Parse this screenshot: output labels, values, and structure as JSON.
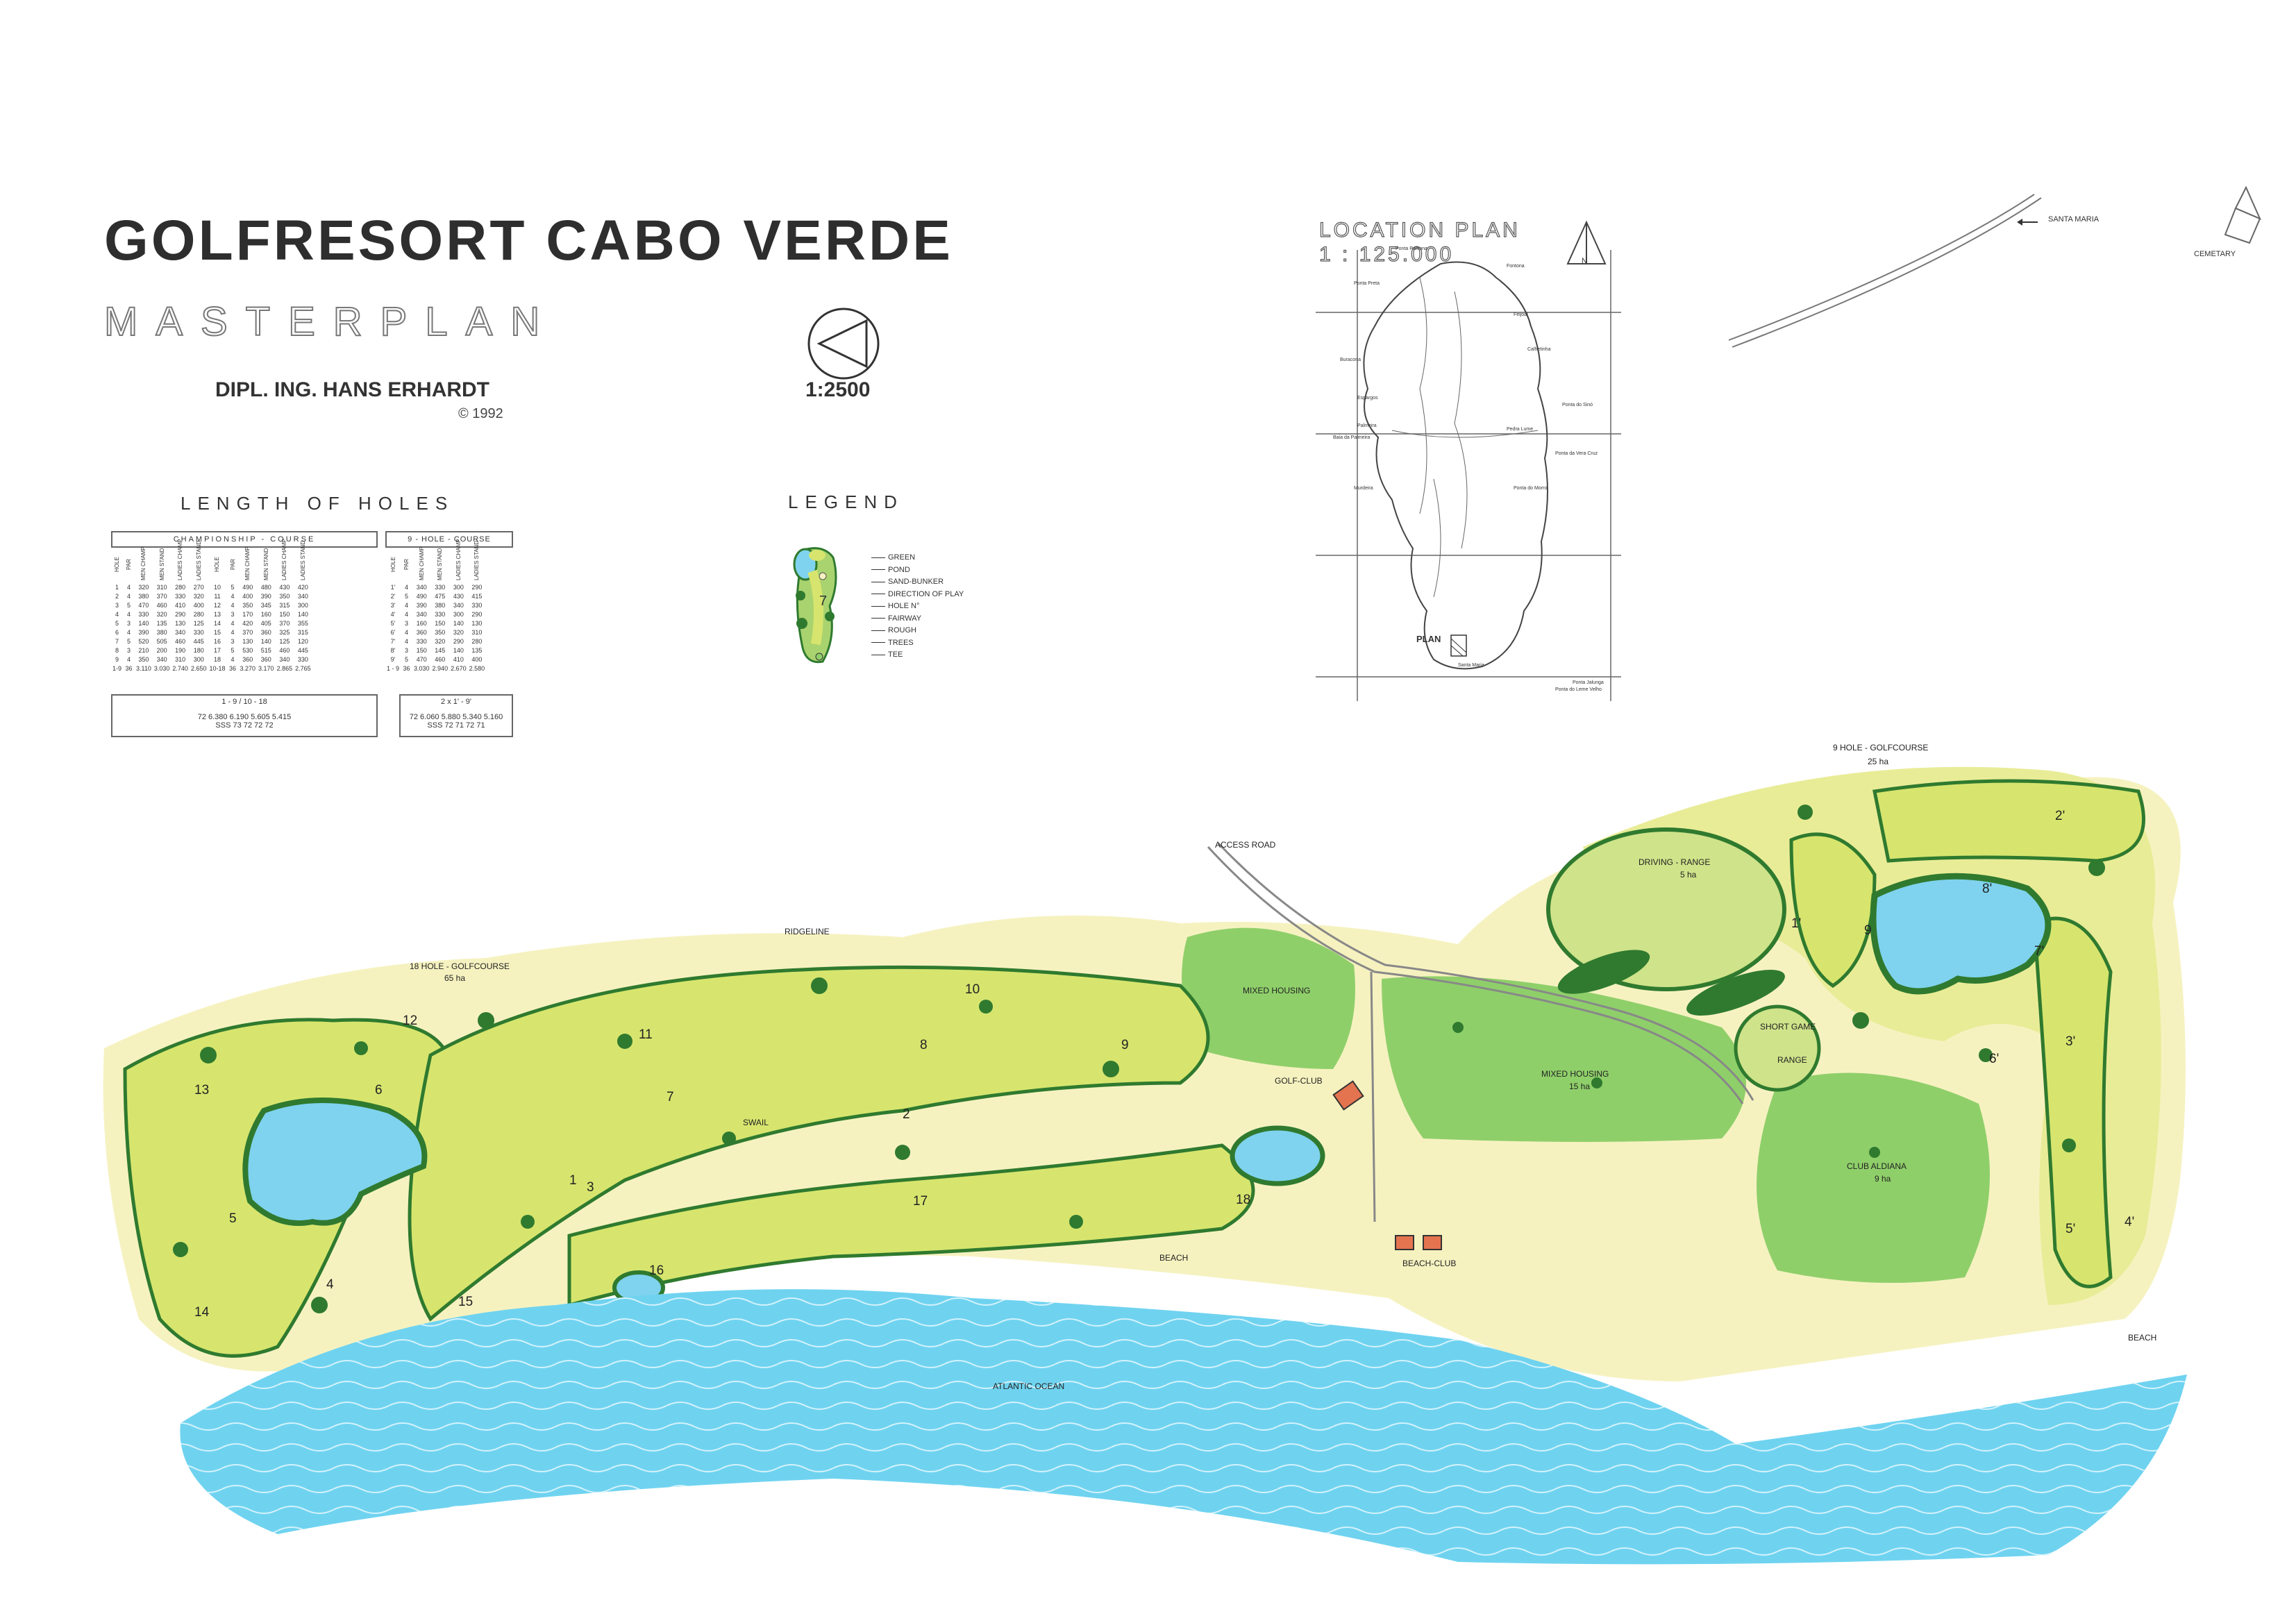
{
  "header": {
    "title": "GOLFRESORT  CABO  VERDE",
    "subtitle": "MASTERPLAN",
    "author": "DIPL. ING. HANS ERHARDT",
    "copyright": "©  1992",
    "scale": "1:2500"
  },
  "length_of_holes": {
    "heading": "LENGTH OF HOLES",
    "championship": {
      "title": "CHAMPIONSHIP - COURSE",
      "columns": [
        "HOLE",
        "PAR",
        "MEN CHAMP",
        "MEN STAND",
        "LADIES CHAMP",
        "LADIES STAND"
      ],
      "front": [
        [
          "1",
          "4",
          "320",
          "310",
          "280",
          "270"
        ],
        [
          "2",
          "4",
          "380",
          "370",
          "330",
          "320"
        ],
        [
          "3",
          "5",
          "470",
          "460",
          "410",
          "400"
        ],
        [
          "4",
          "4",
          "330",
          "320",
          "290",
          "280"
        ],
        [
          "5",
          "3",
          "140",
          "135",
          "130",
          "125"
        ],
        [
          "6",
          "4",
          "390",
          "380",
          "340",
          "330"
        ],
        [
          "7",
          "5",
          "520",
          "505",
          "460",
          "445"
        ],
        [
          "8",
          "3",
          "210",
          "200",
          "190",
          "180"
        ],
        [
          "9",
          "4",
          "350",
          "340",
          "310",
          "300"
        ]
      ],
      "back": [
        [
          "10",
          "5",
          "490",
          "480",
          "430",
          "420"
        ],
        [
          "11",
          "4",
          "400",
          "390",
          "350",
          "340"
        ],
        [
          "12",
          "4",
          "350",
          "345",
          "315",
          "300"
        ],
        [
          "13",
          "3",
          "170",
          "160",
          "150",
          "140"
        ],
        [
          "14",
          "4",
          "420",
          "405",
          "370",
          "355"
        ],
        [
          "15",
          "4",
          "370",
          "360",
          "325",
          "315"
        ],
        [
          "16",
          "3",
          "130",
          "140",
          "125",
          "120"
        ],
        [
          "17",
          "5",
          "530",
          "515",
          "460",
          "445"
        ],
        [
          "18",
          "4",
          "360",
          "360",
          "340",
          "330"
        ]
      ],
      "total_front": [
        "1-9",
        "36",
        "3.110",
        "3.030",
        "2.740",
        "2.650"
      ],
      "total_back": [
        "10-18",
        "36",
        "3.270",
        "3.170",
        "2.865",
        "2.765"
      ],
      "summary_label": "1 - 9  /  10 - 18",
      "summary_par": [
        "72",
        "6.380",
        "6.190",
        "5.605",
        "5.415"
      ],
      "summary_sss": [
        "SSS",
        "73",
        "72",
        "72",
        "72"
      ]
    },
    "nine_hole": {
      "title": "9 - HOLE - COURSE",
      "columns": [
        "HOLE",
        "PAR",
        "MEN STAND",
        "LADIES CHAMP",
        "LADIES STAND"
      ],
      "rows": [
        [
          "1'",
          "4",
          "340",
          "330",
          "300",
          "290"
        ],
        [
          "2'",
          "5",
          "490",
          "475",
          "430",
          "415"
        ],
        [
          "3'",
          "4",
          "390",
          "380",
          "340",
          "330"
        ],
        [
          "4'",
          "4",
          "340",
          "330",
          "300",
          "290"
        ],
        [
          "5'",
          "3",
          "160",
          "150",
          "140",
          "130"
        ],
        [
          "6'",
          "4",
          "360",
          "350",
          "320",
          "310"
        ],
        [
          "7'",
          "4",
          "330",
          "320",
          "290",
          "280"
        ],
        [
          "8'",
          "3",
          "150",
          "145",
          "140",
          "135"
        ],
        [
          "9'",
          "5",
          "470",
          "460",
          "410",
          "400"
        ]
      ],
      "total": [
        "1 - 9",
        "36",
        "3.030",
        "2.940",
        "2.670",
        "2.580"
      ],
      "summary_label": "2 x  1' - 9'",
      "summary_par": [
        "72",
        "6.060",
        "5.880",
        "5.340",
        "5.160"
      ],
      "summary_sss": [
        "SSS",
        "72",
        "71",
        "72",
        "71"
      ]
    }
  },
  "legend": {
    "heading": "LEGEND",
    "items": [
      "GREEN",
      "POND",
      "SAND-BUNKER",
      "DIRECTION OF PLAY",
      "HOLE N°",
      "FAIRWAY",
      "ROUGH",
      "TREES",
      "TEE"
    ],
    "sample_hole": "7"
  },
  "location_plan": {
    "title": "LOCATION  PLAN",
    "scale": "1  :  125.000",
    "north": "N",
    "plan_label": "PLAN",
    "place_labels": [
      "Ponta Palhona",
      "Ponta Preta",
      "Buracona",
      "Espargos",
      "Palmeira",
      "Baia da Palmeira",
      "Santa Maria",
      "Pedra Lume",
      "Murdeira",
      "Ponta do Sinó",
      "Ponta da Vera Cruz",
      "Ponta Jalunga",
      "Ponta do Leme Velho",
      "Calhetinha",
      "Feijoal",
      "Ponta do Morro",
      "Fontona"
    ]
  },
  "corner": {
    "santa_maria": "SANTA MARIA",
    "cemetary": "CEMETARY"
  },
  "map": {
    "labels": {
      "ridgeline": "RIDGELINE",
      "course18": "18 HOLE - GOLFCOURSE",
      "course18_area": "65 ha",
      "course9": "9 HOLE - GOLFCOURSE",
      "course9_area": "25 ha",
      "access_road": "ACCESS ROAD",
      "mixed_housing_small": "MIXED HOUSING",
      "mixed_housing_large": "MIXED HOUSING",
      "mixed_housing_area": "15 ha",
      "driving_range": "DRIVING - RANGE",
      "driving_range_area": "5 ha",
      "short_game": "SHORT GAME",
      "range": "RANGE",
      "club_aldiana": "CLUB ALDIANA",
      "club_aldiana_area": "9 ha",
      "golf_club": "GOLF-CLUB",
      "beach_club": "BEACH-CLUB",
      "swail": "SWAIL",
      "beach": "BEACH",
      "beach_right": "BEACH",
      "ocean": "ATLANTIC OCEAN"
    },
    "holes18": [
      "1",
      "2",
      "3",
      "4",
      "5",
      "6",
      "7",
      "8",
      "9",
      "10",
      "11",
      "12",
      "13",
      "14",
      "15",
      "16",
      "17",
      "18"
    ],
    "holes9": [
      "1'",
      "2'",
      "3'",
      "4'",
      "5'",
      "6'",
      "7'",
      "8'",
      "9"
    ]
  },
  "colors": {
    "sand": "#f6f2c0",
    "fairway": "#d7e56e",
    "rough": "#a9d36f",
    "housing": "#8fcf6a",
    "trees": "#2f7a2f",
    "water": "#7fd3ee",
    "ocean": "#6fd3f0",
    "clubhouse": "#e4734f"
  }
}
